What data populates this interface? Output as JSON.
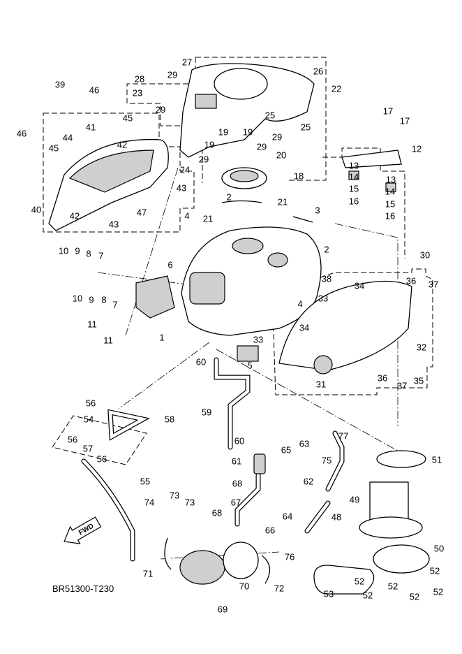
{
  "diagram": {
    "code": "BR51300-T230",
    "direction_label": "FWD",
    "callouts": [
      "27",
      "26",
      "22",
      "28",
      "29",
      "23",
      "39",
      "46",
      "29",
      "25",
      "25",
      "45",
      "41",
      "42",
      "44",
      "46",
      "45",
      "19",
      "19",
      "29",
      "29",
      "20",
      "19",
      "29",
      "24",
      "18",
      "17",
      "17",
      "12",
      "13",
      "13",
      "14",
      "14",
      "15",
      "15",
      "16",
      "16",
      "43",
      "40",
      "47",
      "42",
      "43",
      "2",
      "21",
      "3",
      "4",
      "21",
      "2",
      "30",
      "10",
      "9",
      "8",
      "7",
      "6",
      "38",
      "34",
      "10",
      "9",
      "8",
      "7",
      "36",
      "37",
      "4",
      "33",
      "34",
      "11",
      "11",
      "1",
      "32",
      "33",
      "5",
      "60",
      "31",
      "36",
      "37",
      "35",
      "56",
      "58",
      "54",
      "59",
      "56",
      "57",
      "56",
      "77",
      "63",
      "65",
      "60",
      "51",
      "61",
      "75",
      "62",
      "68",
      "55",
      "49",
      "67",
      "64",
      "66",
      "48",
      "74",
      "73",
      "73",
      "68",
      "50",
      "76",
      "71",
      "72",
      "70",
      "69",
      "53",
      "52",
      "52",
      "52",
      "52",
      "52",
      "52"
    ]
  }
}
